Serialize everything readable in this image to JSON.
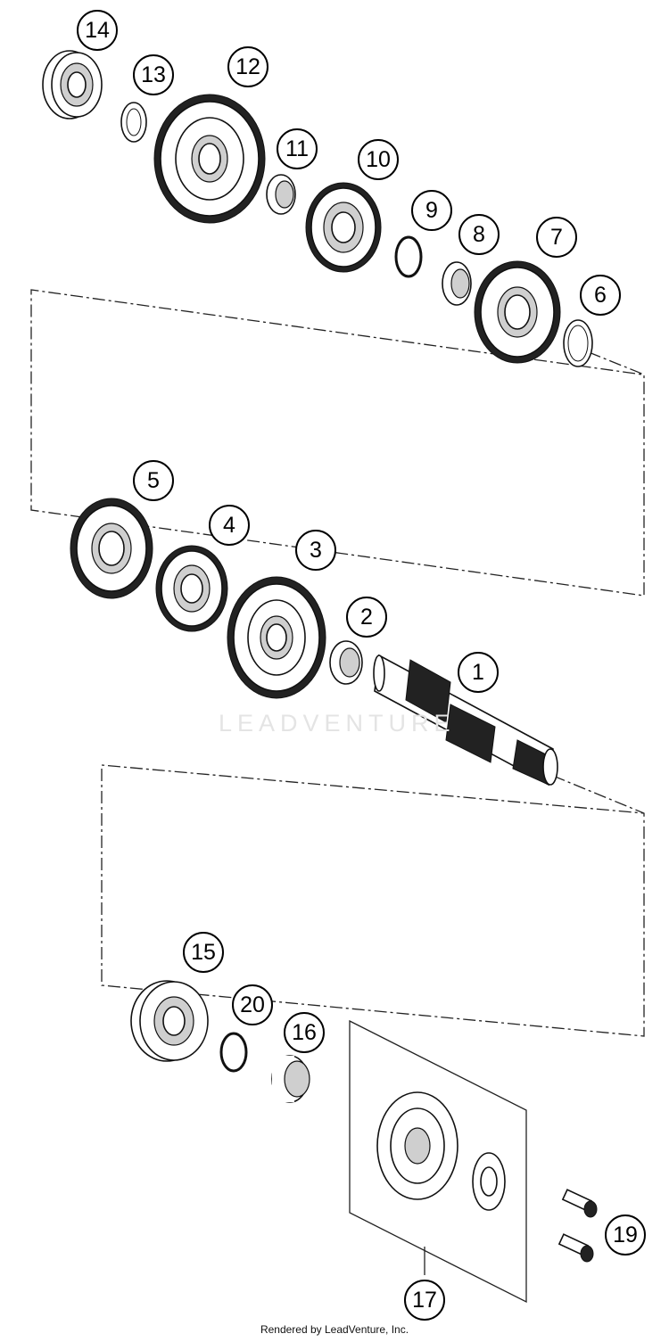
{
  "diagram": {
    "callouts": [
      "1",
      "2",
      "3",
      "4",
      "5",
      "6",
      "7",
      "8",
      "9",
      "10",
      "11",
      "12",
      "13",
      "14",
      "15",
      "16",
      "17",
      "19",
      "20"
    ]
  },
  "watermark": "LEADVENTURE",
  "footer": {
    "credit": "Rendered by LeadVenture, Inc."
  }
}
